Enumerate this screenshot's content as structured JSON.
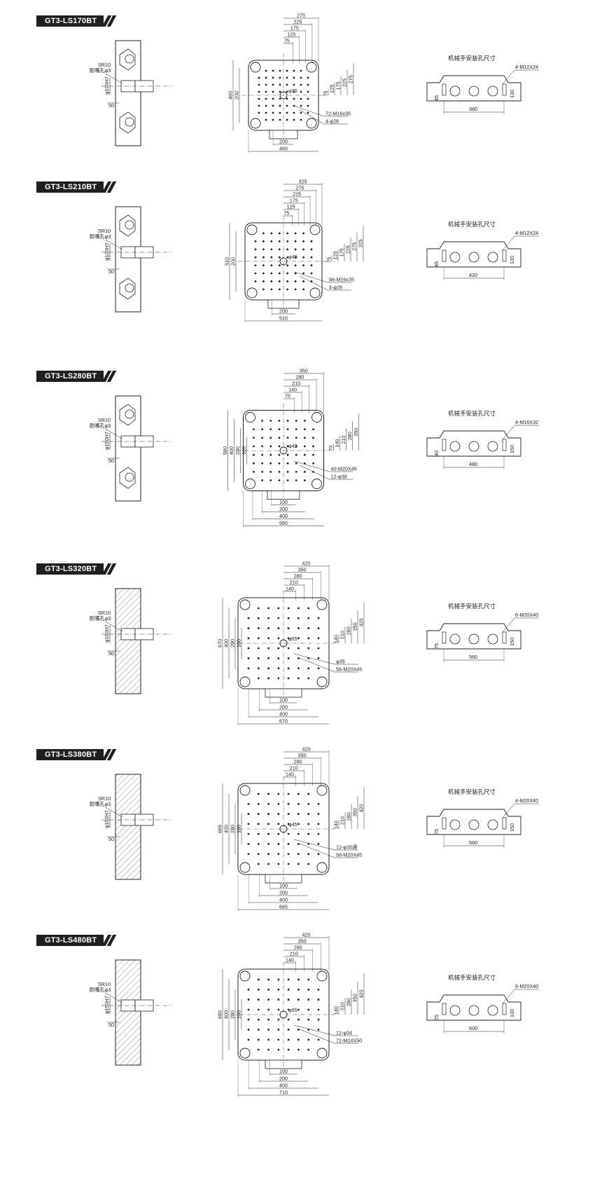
{
  "robot_caption": "机械手安装孔尺寸",
  "sections": [
    {
      "model": "GT3-LS170BT",
      "side": {
        "sr": "SR10",
        "nozzle": "耐嘴孔φ3",
        "bore": "φ100H7",
        "depth": "50"
      },
      "platen": {
        "top_dims": [
          "275",
          "225",
          "175",
          "125",
          "75"
        ],
        "right_dims": [
          "75",
          "125",
          "175",
          "225",
          "275"
        ],
        "left_dims": [
          "460",
          "200"
        ],
        "bottom_dims": [
          "200",
          "460"
        ],
        "center_label": "φ35",
        "callouts": [
          "72-M16x35",
          "4-φ28"
        ]
      },
      "robot": {
        "hole_label": "4-M12X24",
        "span": "380",
        "h1": "45",
        "h2": "130"
      }
    },
    {
      "model": "GT3-LS210BT",
      "side": {
        "sr": "SR10",
        "nozzle": "耐嘴孔φ3",
        "bore": "φ120H7",
        "depth": "50"
      },
      "platen": {
        "top_dims": [
          "325",
          "275",
          "225",
          "175",
          "125",
          "75"
        ],
        "right_dims": [
          "75",
          "125",
          "175",
          "225",
          "275",
          "325"
        ],
        "left_dims": [
          "510",
          "200"
        ],
        "bottom_dims": [
          "200",
          "510"
        ],
        "center_label": "φ40",
        "callouts": [
          "96-M16x35",
          "4-φ28"
        ]
      },
      "robot": {
        "hole_label": "4-M12X24",
        "span": "420",
        "h1": "45",
        "h2": "130"
      }
    },
    {
      "model": "GT3-LS280BT",
      "side": {
        "sr": "SR10",
        "nozzle": "耐嘴孔φ3",
        "bore": "φ150H7",
        "depth": "50"
      },
      "platen": {
        "top_dims": [
          "350",
          "280",
          "210",
          "140",
          "70"
        ],
        "right_dims": [
          "70",
          "140",
          "210",
          "280",
          "350"
        ],
        "left_dims": [
          "580",
          "400",
          "200",
          "100"
        ],
        "bottom_dims": [
          "100",
          "200",
          "400",
          "580"
        ],
        "center_label": "φ42",
        "callouts": [
          "40-M20X45",
          "12-φ38"
        ]
      },
      "robot": {
        "hole_label": "4-M16X32",
        "span": "480",
        "h1": "40",
        "h2": "150"
      }
    },
    {
      "model": "GT3-LS320BT",
      "side": {
        "sr": "SR10",
        "nozzle": "耐嘴孔φ3",
        "bore": "φ150H7",
        "depth": "50"
      },
      "platen": {
        "top_dims": [
          "420",
          "350",
          "280",
          "210",
          "140"
        ],
        "right_dims": [
          "140",
          "210",
          "280",
          "350",
          "420"
        ],
        "left_dims": [
          "670",
          "400",
          "200",
          "100"
        ],
        "bottom_dims": [
          "100",
          "200",
          "400",
          "670"
        ],
        "center_label": "φ55",
        "callouts": [
          "φ35",
          "56-M20X45"
        ]
      },
      "robot": {
        "hole_label": "6-M20X40",
        "span": "560",
        "h1": "75",
        "h2": "150"
      }
    },
    {
      "model": "GT3-LS380BT",
      "side": {
        "sr": "SR10",
        "nozzle": "耐嘴孔φ3",
        "bore": "φ150H7",
        "depth": "50"
      },
      "platen": {
        "top_dims": [
          "420",
          "350",
          "280",
          "210",
          "140"
        ],
        "right_dims": [
          "140",
          "210",
          "280",
          "350",
          "420"
        ],
        "left_dims": [
          "665",
          "400",
          "200",
          "100"
        ],
        "bottom_dims": [
          "100",
          "200",
          "400",
          "665"
        ],
        "center_label": "φ45",
        "callouts": [
          "12-φ35通",
          "56-M20X45"
        ]
      },
      "robot": {
        "hole_label": "4-M20X40",
        "span": "560",
        "h1": "75",
        "h2": "150"
      }
    },
    {
      "model": "GT3-LS480BT",
      "side": {
        "sr": "SR10",
        "nozzle": "耐嘴孔φ3",
        "bore": "φ150H7",
        "depth": "50"
      },
      "platen": {
        "top_dims": [
          "420",
          "350",
          "280",
          "210",
          "140"
        ],
        "right_dims": [
          "140",
          "210",
          "280",
          "350",
          "420"
        ],
        "left_dims": [
          "680",
          "400",
          "200",
          "100"
        ],
        "bottom_dims": [
          "100",
          "200",
          "400",
          "710"
        ],
        "center_label": "φ55",
        "callouts": [
          "12-φ34",
          "72-M24X50"
        ]
      },
      "robot": {
        "hole_label": "6-M20X40",
        "span": "600",
        "h1": "75",
        "h2": "130"
      }
    }
  ]
}
